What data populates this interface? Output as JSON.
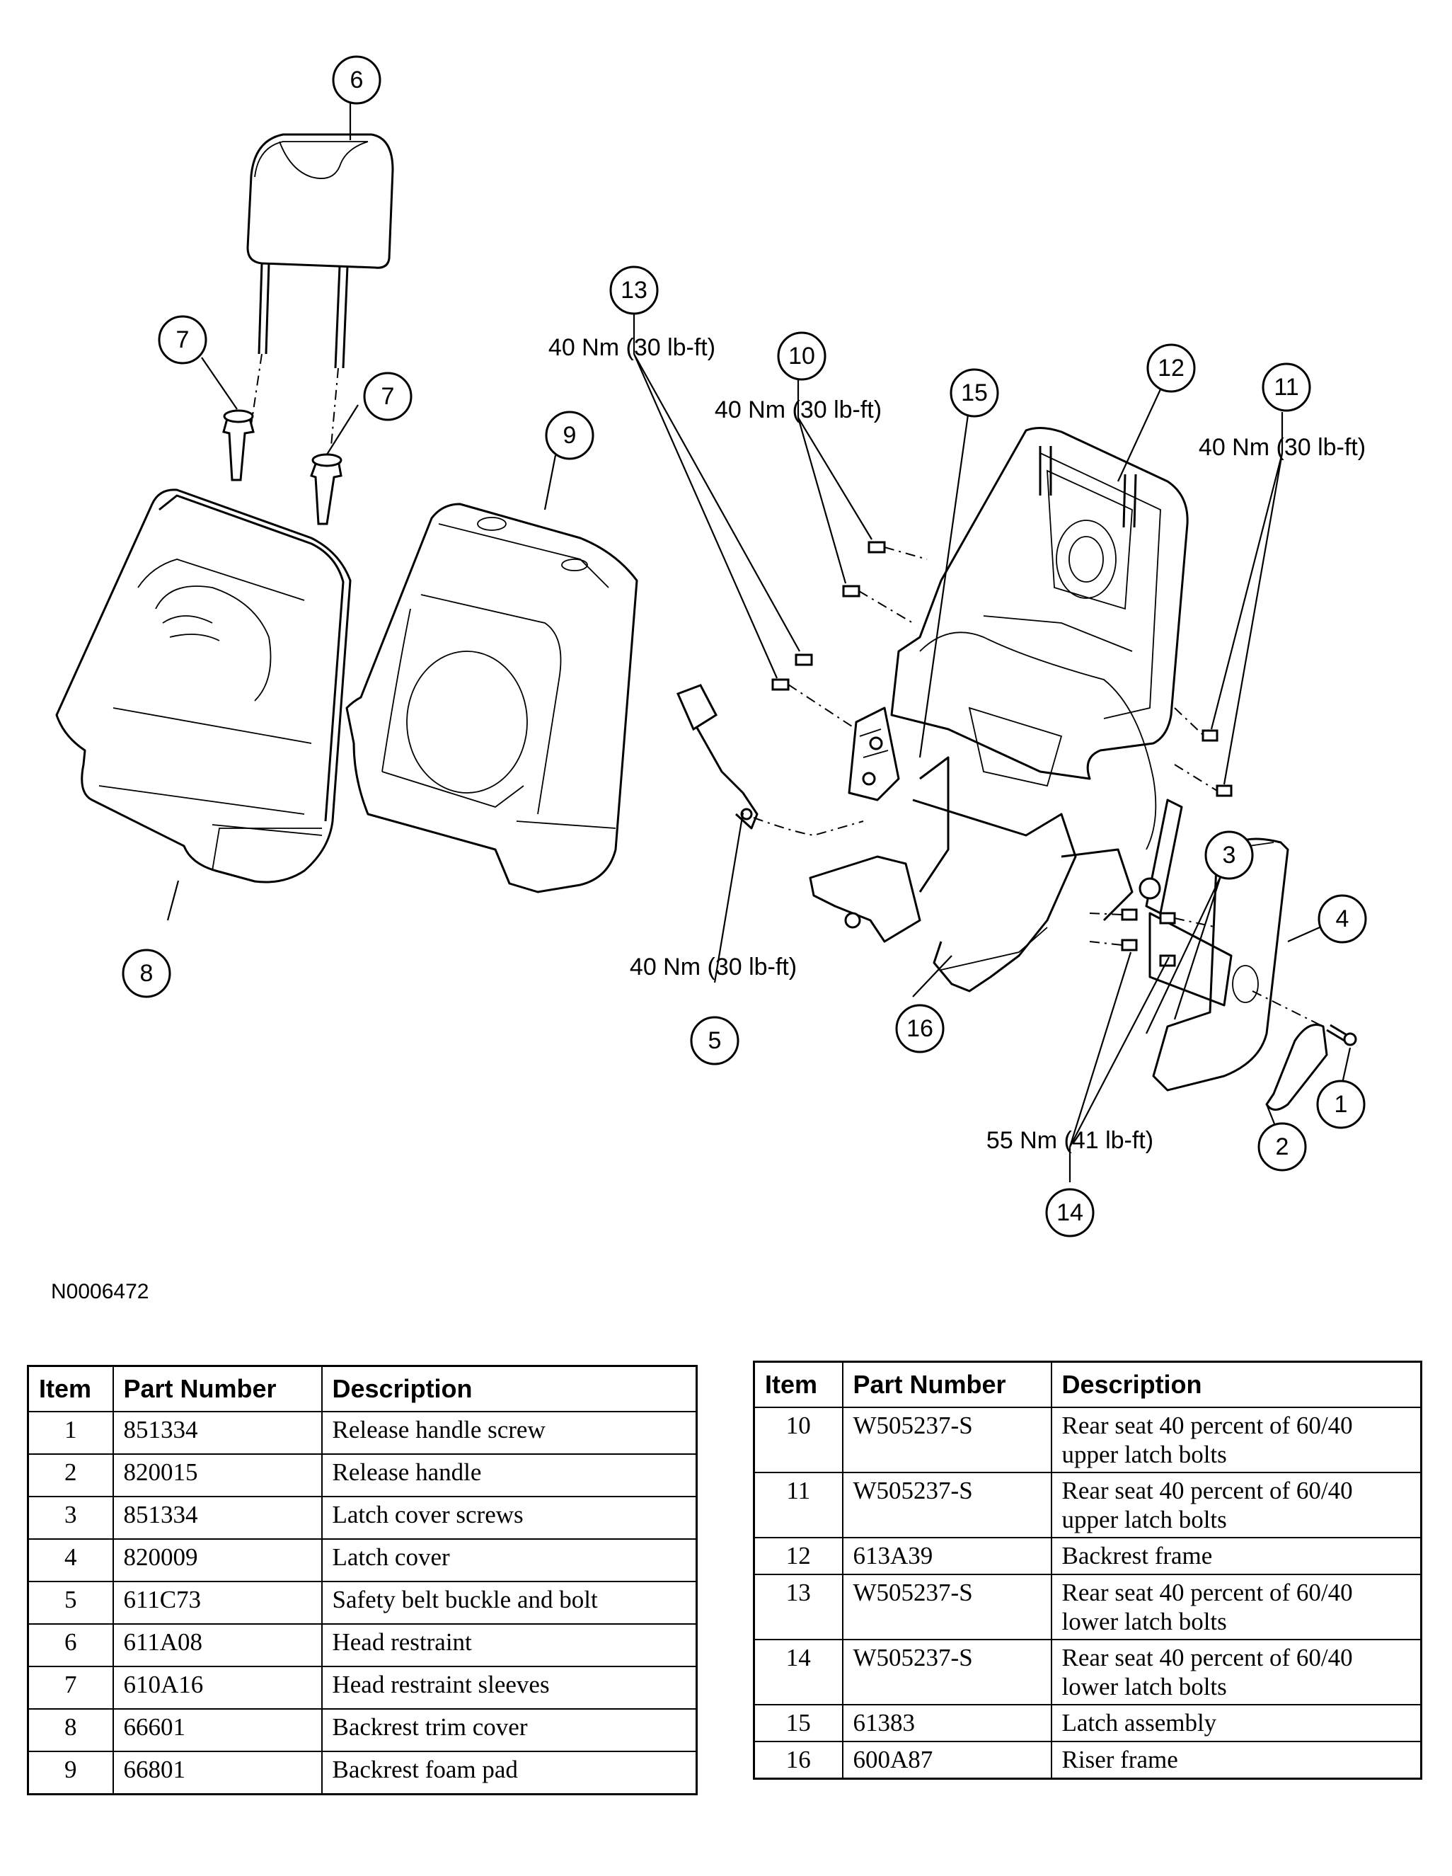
{
  "callouts": {
    "c1": "1",
    "c2": "2",
    "c3": "3",
    "c4": "4",
    "c5": "5",
    "c6": "6",
    "c7a": "7",
    "c7b": "7",
    "c8": "8",
    "c9": "9",
    "c10": "10",
    "c11": "11",
    "c12": "12",
    "c13": "13",
    "c14": "14",
    "c15": "15",
    "c16": "16"
  },
  "torque": {
    "t13": "40 Nm (30 lb-ft)",
    "t10": "40 Nm (30 lb-ft)",
    "t11": "40 Nm (30 lb-ft)",
    "t5": "40 Nm (30 lb-ft)",
    "t14": "55 Nm (41 lb-ft)"
  },
  "figure_id": "N0006472",
  "table_headers": {
    "item": "Item",
    "part_number": "Part Number",
    "description": "Description"
  },
  "table_left": [
    {
      "item": "1",
      "part": "851334",
      "desc": "Release handle screw"
    },
    {
      "item": "2",
      "part": "820015",
      "desc": "Release handle"
    },
    {
      "item": "3",
      "part": "851334",
      "desc": "Latch cover screws"
    },
    {
      "item": "4",
      "part": "820009",
      "desc": "Latch cover"
    },
    {
      "item": "5",
      "part": "611C73",
      "desc": "Safety belt buckle and bolt"
    },
    {
      "item": "6",
      "part": "611A08",
      "desc": "Head restraint"
    },
    {
      "item": "7",
      "part": "610A16",
      "desc": "Head restraint sleeves"
    },
    {
      "item": "8",
      "part": "66601",
      "desc": "Backrest trim cover"
    },
    {
      "item": "9",
      "part": "66801",
      "desc": "Backrest foam pad"
    }
  ],
  "table_right": [
    {
      "item": "10",
      "part": "W505237-S",
      "desc_1": "Rear seat 40 percent of 60/40",
      "desc_2": "upper latch bolts"
    },
    {
      "item": "11",
      "part": "W505237-S",
      "desc_1": "Rear seat 40 percent of 60/40",
      "desc_2": "upper latch bolts"
    },
    {
      "item": "12",
      "part": "613A39",
      "desc_1": "Backrest frame",
      "desc_2": ""
    },
    {
      "item": "13",
      "part": "W505237-S",
      "desc_1": "Rear seat 40 percent of 60/40",
      "desc_2": "lower latch bolts"
    },
    {
      "item": "14",
      "part": "W505237-S",
      "desc_1": "Rear seat 40 percent of 60/40",
      "desc_2": "lower latch bolts"
    },
    {
      "item": "15",
      "part": "61383",
      "desc_1": "Latch assembly",
      "desc_2": ""
    },
    {
      "item": "16",
      "part": "600A87",
      "desc_1": "Riser frame",
      "desc_2": ""
    }
  ]
}
